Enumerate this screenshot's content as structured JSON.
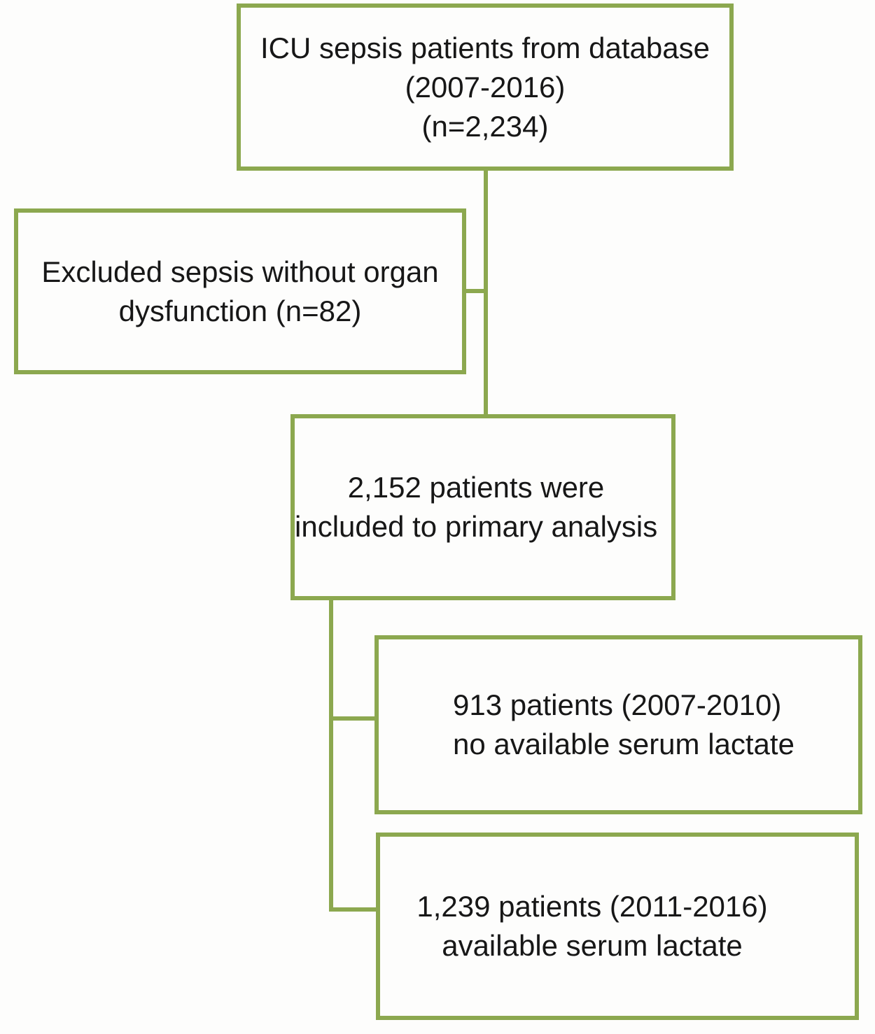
{
  "diagram": {
    "type": "flowchart",
    "subject": "ICU sepsis patient enrollment flow",
    "colors": {
      "box_border": "#8ca84f",
      "connector": "#8ca84f",
      "text": "#171717",
      "background": "#fdfdfc"
    },
    "boxes": {
      "source": {
        "lines": [
          "ICU sepsis patients from database",
          "(2007-2016)",
          "(n=2,234)"
        ]
      },
      "excluded": {
        "lines": [
          "Excluded sepsis without organ",
          "dysfunction (n=82)"
        ]
      },
      "included": {
        "lines": [
          "2,152 patients were",
          "included to primary analysis"
        ]
      },
      "no_lactate": {
        "lines": [
          "913 patients (2007-2010)",
          "no available serum lactate"
        ]
      },
      "lactate": {
        "lines": [
          "1,239 patients (2011-2016)",
          "available serum lactate"
        ]
      }
    }
  }
}
